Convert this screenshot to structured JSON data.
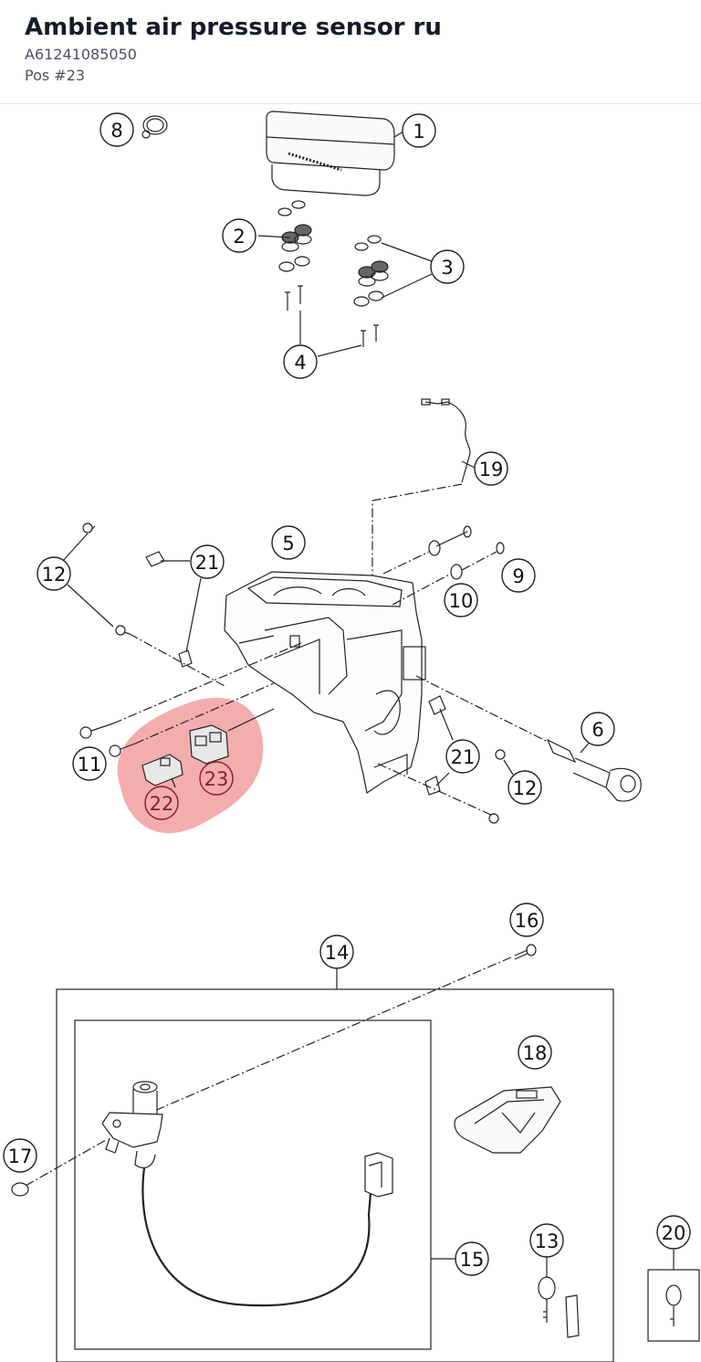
{
  "header": {
    "title": "Ambient air pressure sensor ru",
    "part_number": "A61241085050",
    "position": "Pos #23"
  },
  "diagram": {
    "highlight_color": "#f08a8a",
    "highlighted_callouts": [
      "22",
      "23"
    ],
    "callouts": {
      "c1": "1",
      "c2": "2",
      "c3": "3",
      "c4": "4",
      "c5": "5",
      "c6": "6",
      "c8": "8",
      "c9": "9",
      "c10": "10",
      "c11": "11",
      "c12a": "12",
      "c12b": "12",
      "c13": "13",
      "c14": "14",
      "c15": "15",
      "c16": "16",
      "c17": "17",
      "c18": "18",
      "c19": "19",
      "c20": "20",
      "c21a": "21",
      "c21b": "21",
      "c22": "22",
      "c23": "23"
    }
  }
}
